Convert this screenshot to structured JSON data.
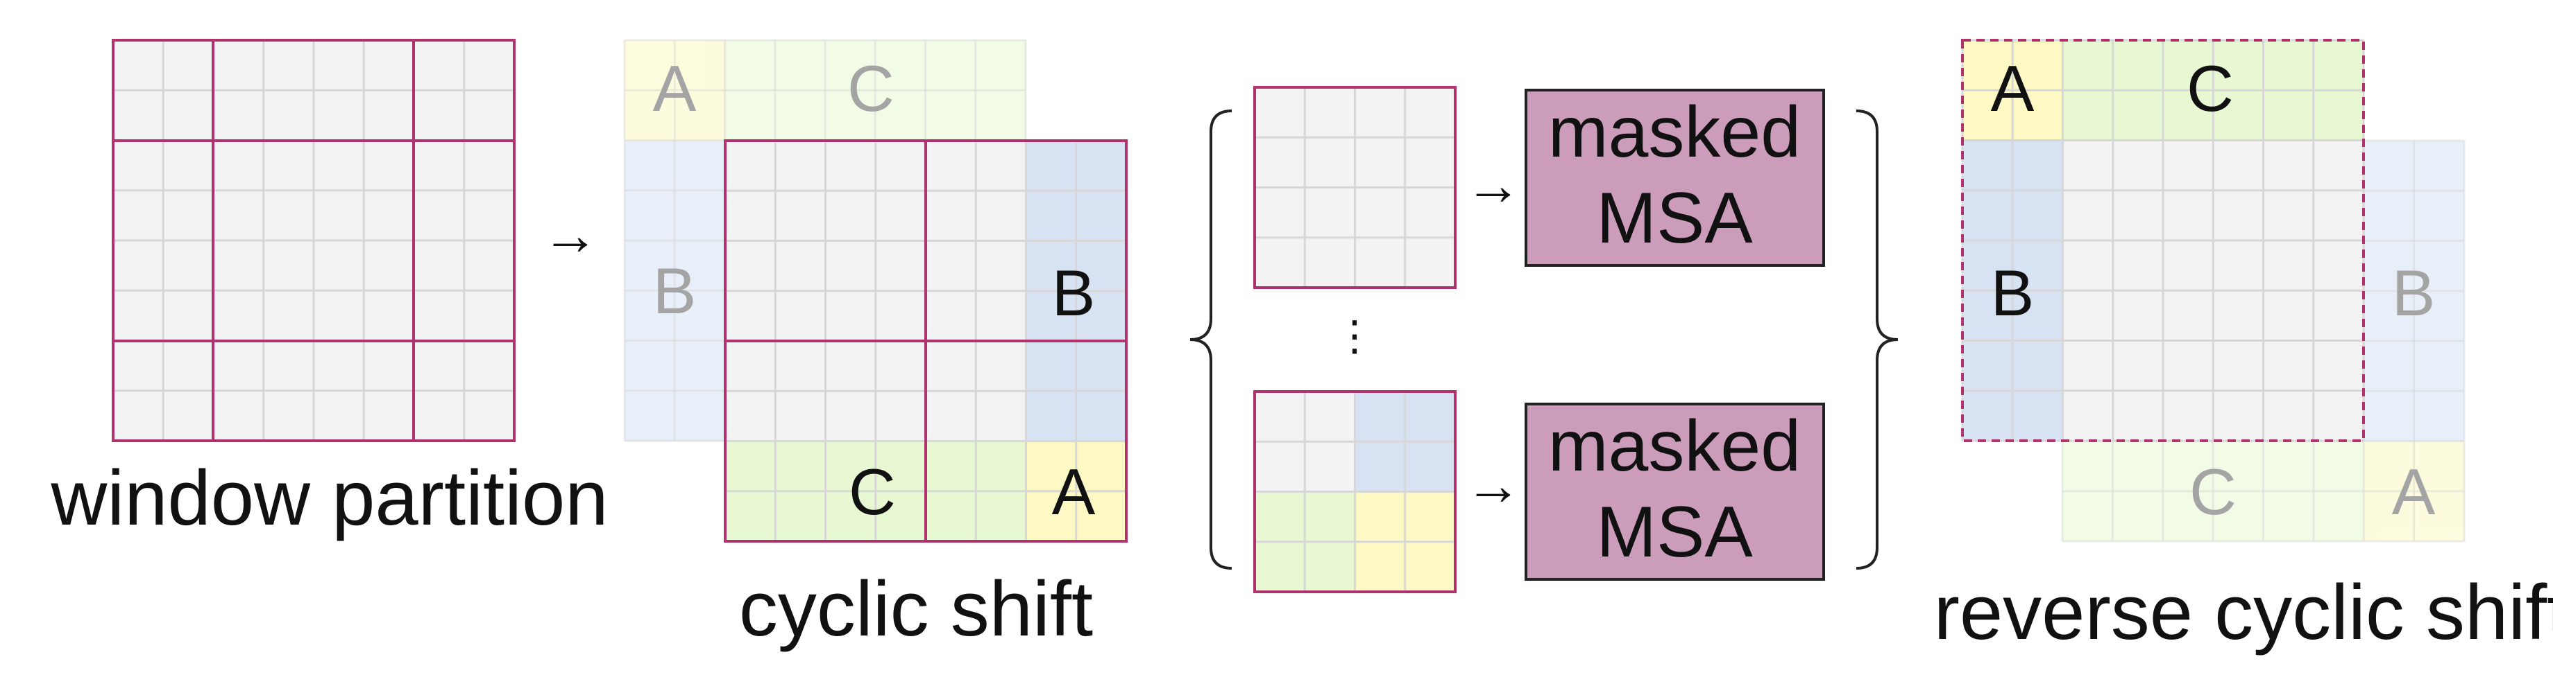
{
  "colors": {
    "cell": "#f3f3f3",
    "grid": "#d7d7d7",
    "border": "#b0336e",
    "a_region": "#fdf9c4",
    "b_region": "#d7e2f3",
    "c_region": "#e7f8d2",
    "msa_fill": "#cc9dbb",
    "msa_border": "#222222",
    "text": "#111111",
    "faded_text": "#a4a4a4"
  },
  "labels": {
    "window_partition": "window partition",
    "cyclic_shift": "cyclic shift",
    "reverse_cyclic_shift": "reverse cyclic shift",
    "arrow": "→",
    "ellipsis": "⋮"
  },
  "regions": {
    "A": "A",
    "B": "B",
    "C": "C"
  },
  "msa": {
    "top_line1": "masked",
    "top_line2": "MSA",
    "bottom_line1": "masked",
    "bottom_line2": "MSA"
  },
  "icons": [
    "arrow-right-icon",
    "brace-left-icon",
    "brace-right-icon",
    "ellipsis-icon"
  ]
}
